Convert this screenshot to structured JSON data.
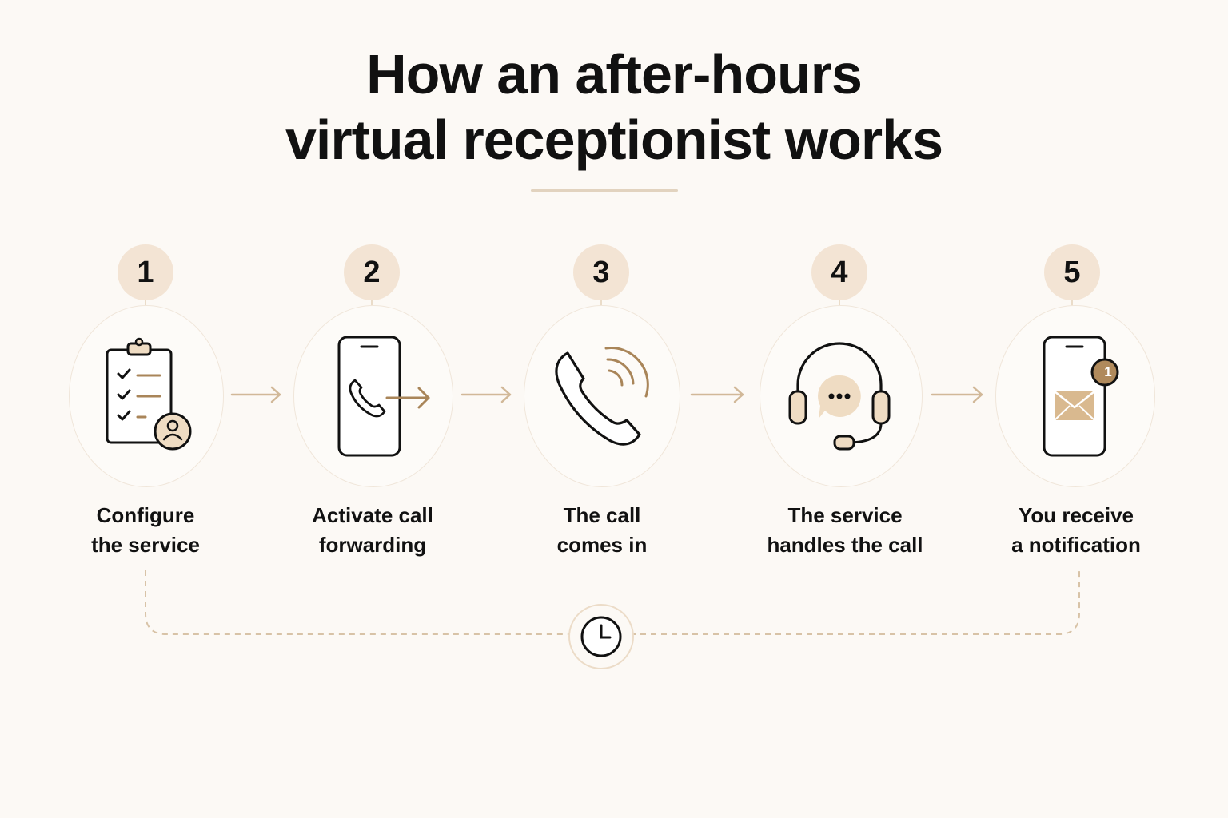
{
  "title": {
    "line1": "How an after-hours",
    "line2": "virtual receptionist works"
  },
  "colors": {
    "accent": "#a98559",
    "badge_bg": "#f3e4d4",
    "icon_fill": "#efdcc3",
    "dash": "#d8c3a7"
  },
  "steps": [
    {
      "number": "1",
      "label_line1": "Configure",
      "label_line2": "the service",
      "icon": "clipboard-checklist-user-icon"
    },
    {
      "number": "2",
      "label_line1": "Activate call",
      "label_line2": "forwarding",
      "icon": "phone-forward-icon"
    },
    {
      "number": "3",
      "label_line1": "The call",
      "label_line2": "comes in",
      "icon": "ringing-phone-icon"
    },
    {
      "number": "4",
      "label_line1": "The service",
      "label_line2": "handles the call",
      "icon": "headset-chat-icon"
    },
    {
      "number": "5",
      "label_line1": "You receive",
      "label_line2": "a notification",
      "icon": "phone-mail-notification-icon"
    }
  ],
  "notification_count": "1",
  "timeline_icon": "clock-icon"
}
